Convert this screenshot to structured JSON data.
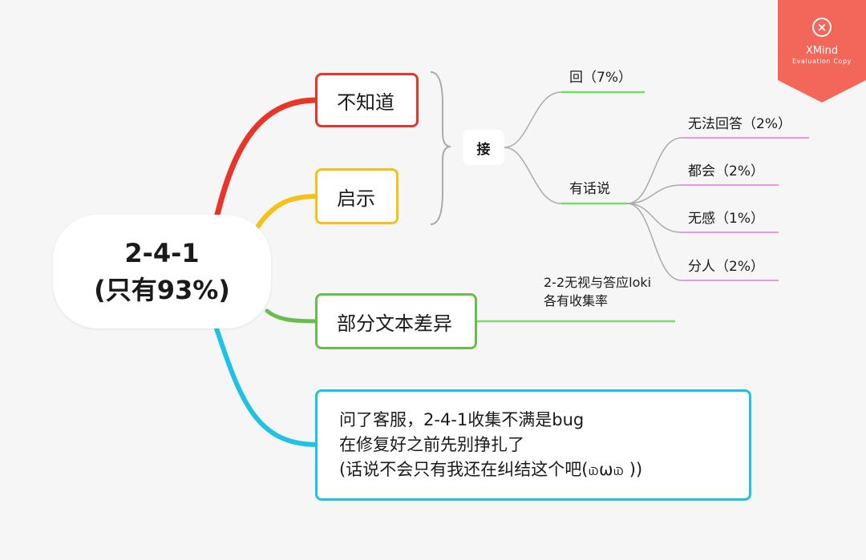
{
  "root": {
    "line1": "2-4-1",
    "line2": "(只有93%)"
  },
  "branches": {
    "bu_zhi_dao": "不知道",
    "qi_shi": "启示",
    "bu_fen": "部分文本差异",
    "note": {
      "line1": "问了客服，2-4-1收集不满是bug",
      "line2": "在修复好之前先别挣扎了",
      "line3": "(话说不会只有我还在纠结这个吧(௰ω௰ ))"
    }
  },
  "jie": {
    "label": "接",
    "hui": "回（7%）",
    "you_hua_shuo": "有话说",
    "options": [
      "无法回答（2%）",
      "都会（2%）",
      "无感（1%）",
      "分人（2%）"
    ]
  },
  "bu_fen_note": {
    "line1": "2-2无视与答应loki",
    "line2": "各有收集率"
  },
  "badge": {
    "icon": "×",
    "name": "XMind",
    "sub": "Evaluation Copy"
  },
  "colors": {
    "red": "#e8352a",
    "yellow": "#f5c017",
    "green": "#69bd4d",
    "cyan": "#1ec3e4",
    "light_green": "#7ed870",
    "magenta": "#e07bd8",
    "badge": "#f3665a"
  }
}
